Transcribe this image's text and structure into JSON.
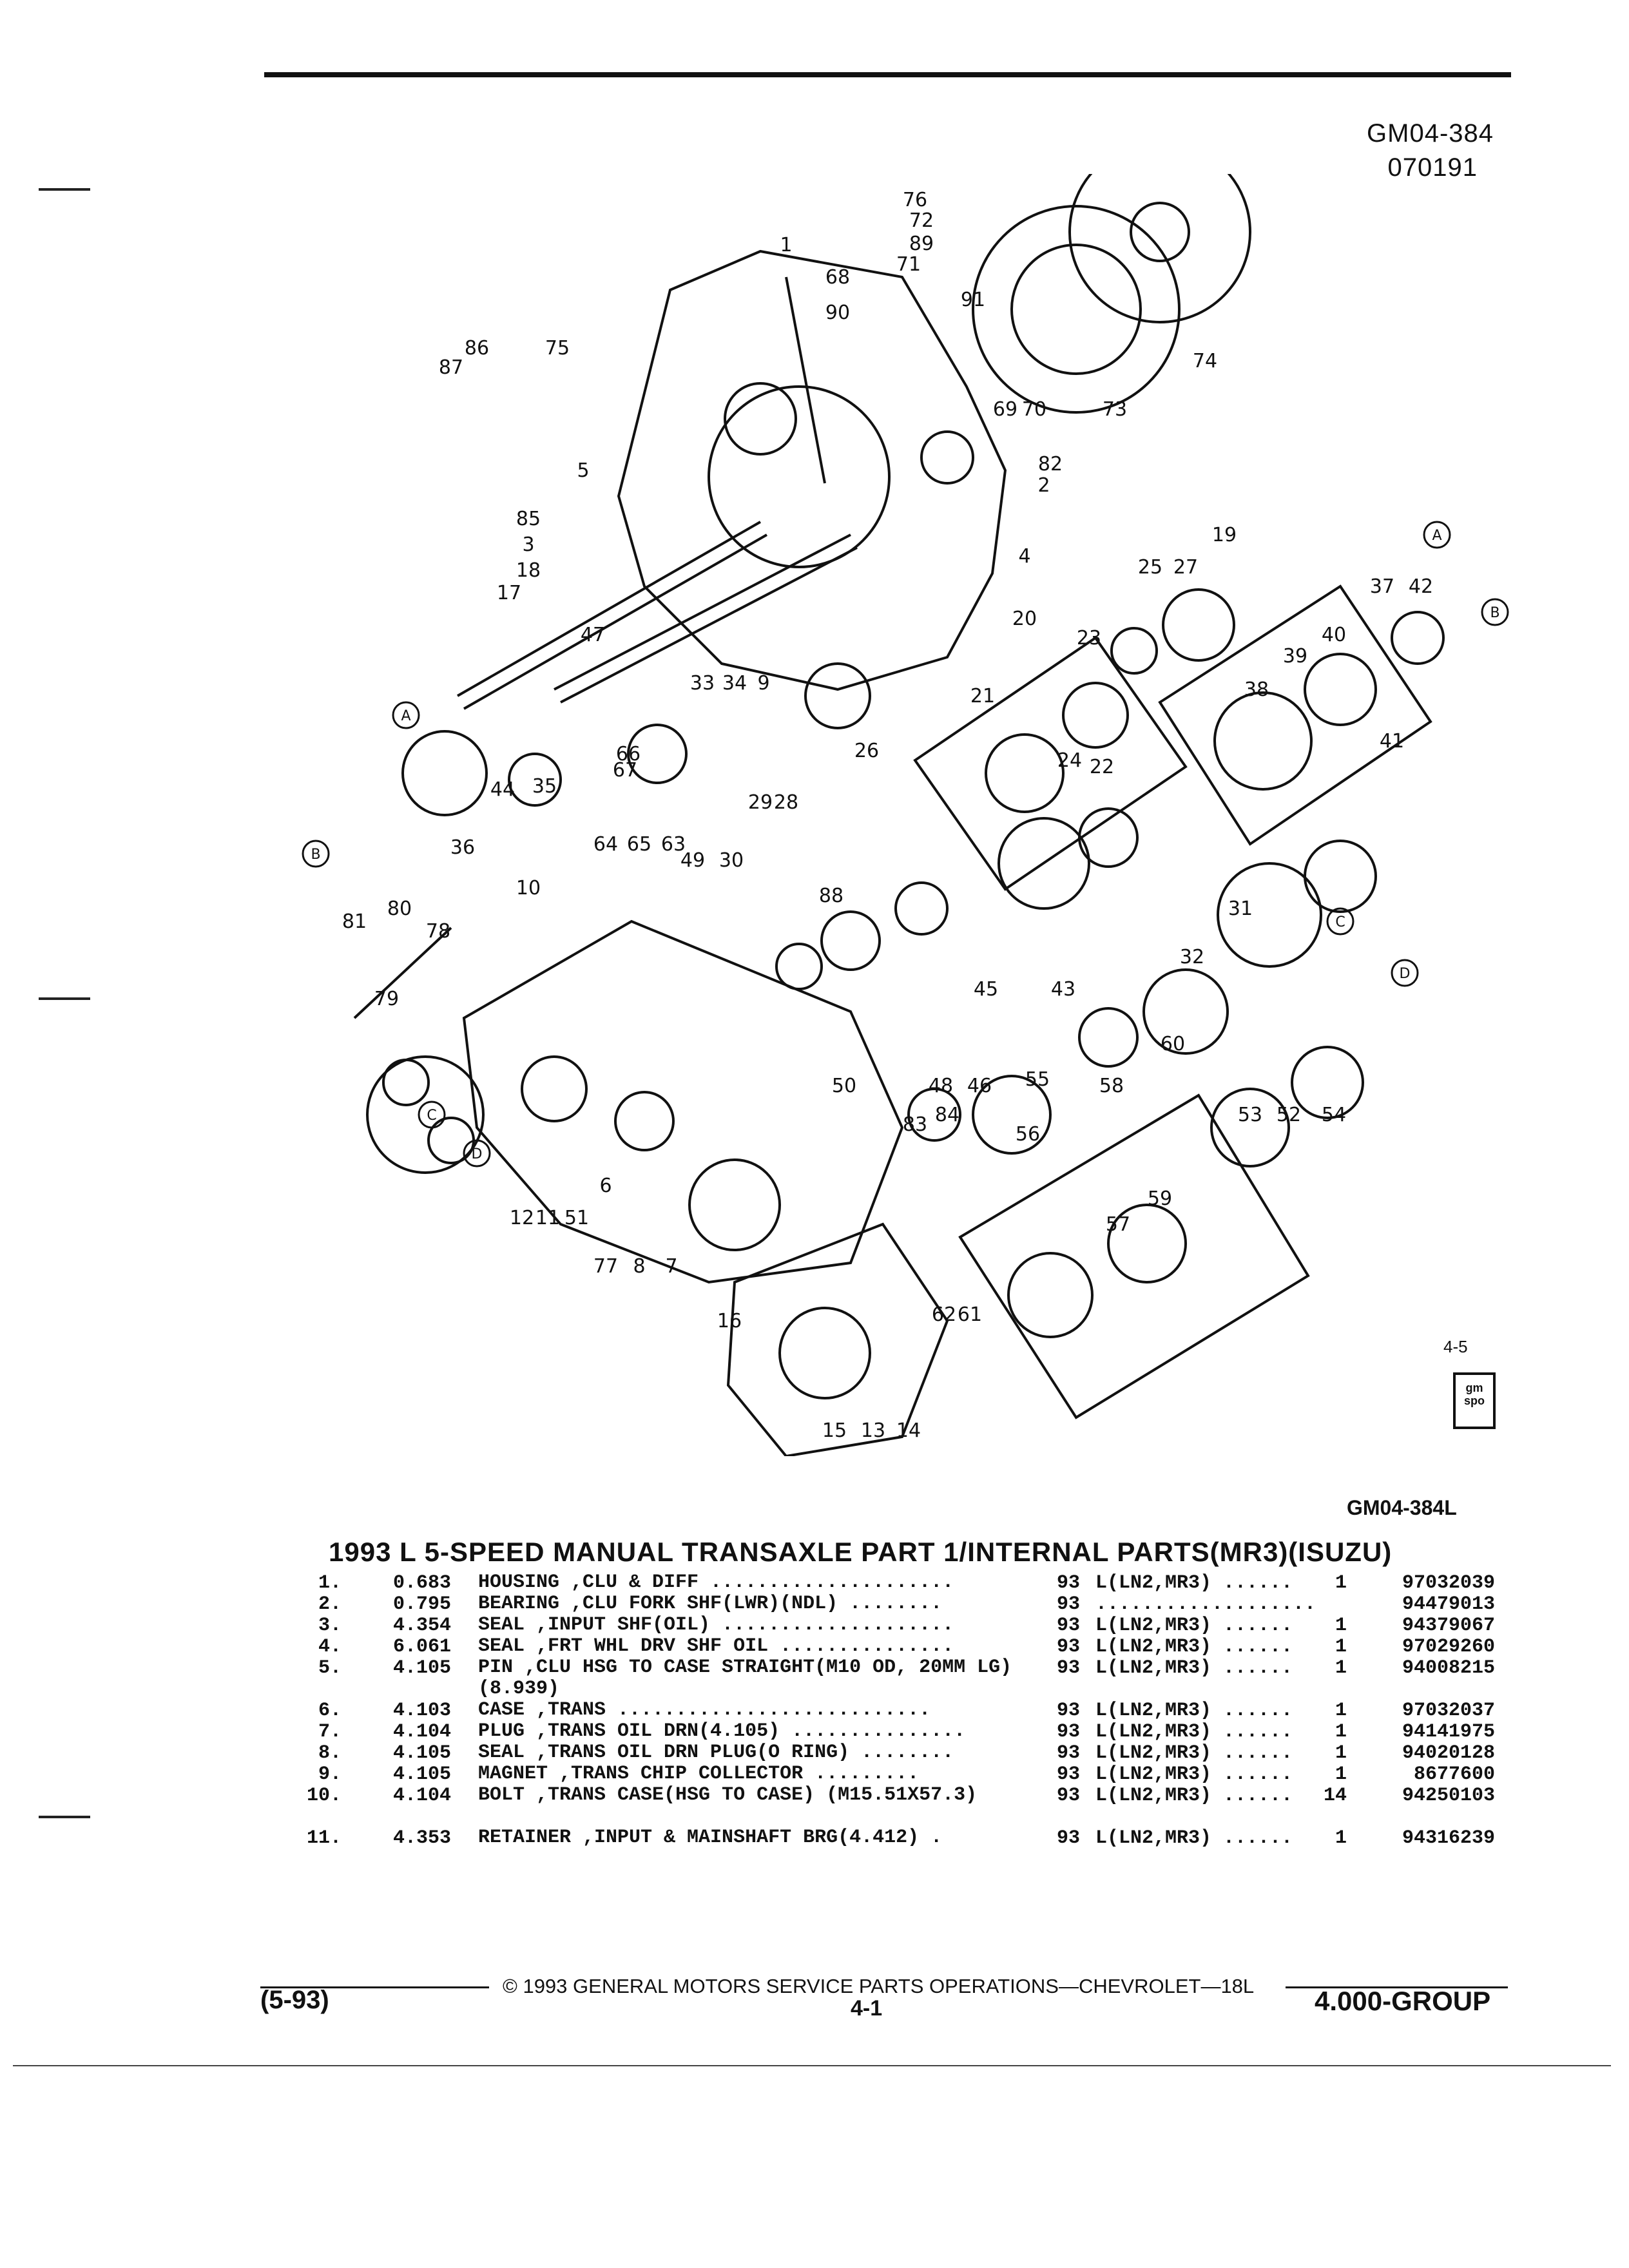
{
  "header": {
    "code": "GM04-384",
    "date": "070191"
  },
  "diagram": {
    "callouts": [
      "76",
      "72",
      "89",
      "71",
      "68",
      "90",
      "91",
      "74",
      "1",
      "86",
      "75",
      "87",
      "69",
      "70",
      "73",
      "82",
      "2",
      "85",
      "5",
      "3",
      "18",
      "4",
      "19",
      "17",
      "25",
      "27",
      "37",
      "42",
      "47",
      "33",
      "34",
      "9",
      "20",
      "23",
      "40",
      "39",
      "38",
      "41",
      "21",
      "24",
      "22",
      "44",
      "35",
      "66",
      "67",
      "26",
      "36",
      "64",
      "65",
      "63",
      "29",
      "28",
      "49",
      "30",
      "10",
      "88",
      "81",
      "80",
      "78",
      "79",
      "45",
      "43",
      "31",
      "32",
      "50",
      "48",
      "46",
      "60",
      "53",
      "52",
      "54",
      "55",
      "58",
      "56",
      "59",
      "57",
      "83",
      "84",
      "6",
      "12",
      "11",
      "51",
      "77",
      "8",
      "7",
      "62",
      "61",
      "16",
      "15",
      "13",
      "14"
    ],
    "circle_labels": [
      "A",
      "B",
      "C",
      "D"
    ],
    "figure_ref": "4-5",
    "logo_text": [
      "gm",
      "spo"
    ]
  },
  "illustration_code": "GM04-384L",
  "title": "1993 L 5-SPEED MANUAL TRANSAXLE PART 1/INTERNAL PARTS(MR3)(ISUZU)",
  "parts": [
    {
      "no": "1.",
      "grp": "0.683",
      "desc": "HOUSING ,CLU & DIFF .....................",
      "yr": "93",
      "model": "L(LN2,MR3) ......",
      "qty": "1",
      "pn": "97032039"
    },
    {
      "no": "2.",
      "grp": "0.795",
      "desc": "BEARING ,CLU FORK SHF(LWR)(NDL) ........",
      "yr": "93",
      "model": "...................",
      "qty": "",
      "pn": "94479013"
    },
    {
      "no": "3.",
      "grp": "4.354",
      "desc": "SEAL ,INPUT SHF(OIL) ....................",
      "yr": "93",
      "model": "L(LN2,MR3) ......",
      "qty": "1",
      "pn": "94379067"
    },
    {
      "no": "4.",
      "grp": "6.061",
      "desc": "SEAL ,FRT WHL DRV SHF OIL ...............",
      "yr": "93",
      "model": "L(LN2,MR3) ......",
      "qty": "1",
      "pn": "97029260"
    },
    {
      "no": "5.",
      "grp": "4.105",
      "desc": "PIN ,CLU HSG TO CASE STRAIGHT(M10 OD, 20MM LG)(8.939)",
      "yr": "93",
      "model": "L(LN2,MR3) ......",
      "qty": "1",
      "pn": "94008215"
    },
    {
      "no": "6.",
      "grp": "4.103",
      "desc": "CASE ,TRANS ...........................",
      "yr": "93",
      "model": "L(LN2,MR3) ......",
      "qty": "1",
      "pn": "97032037"
    },
    {
      "no": "7.",
      "grp": "4.104",
      "desc": "PLUG ,TRANS OIL DRN(4.105) ...............",
      "yr": "93",
      "model": "L(LN2,MR3) ......",
      "qty": "1",
      "pn": "94141975"
    },
    {
      "no": "8.",
      "grp": "4.105",
      "desc": "SEAL ,TRANS OIL DRN PLUG(O RING) ........",
      "yr": "93",
      "model": "L(LN2,MR3) ......",
      "qty": "1",
      "pn": "94020128"
    },
    {
      "no": "9.",
      "grp": "4.105",
      "desc": "MAGNET ,TRANS CHIP COLLECTOR .........",
      "yr": "93",
      "model": "L(LN2,MR3) ......",
      "qty": "1",
      "pn": "8677600"
    },
    {
      "no": "10.",
      "grp": "4.104",
      "desc": "BOLT ,TRANS CASE(HSG TO CASE) (M15.51X57.3)",
      "yr": "93",
      "model": "L(LN2,MR3) ......",
      "qty": "14",
      "pn": "94250103"
    },
    {
      "no": "11.",
      "grp": "4.353",
      "desc": "RETAINER ,INPUT & MAINSHAFT BRG(4.412) .",
      "yr": "93",
      "model": "L(LN2,MR3) ......",
      "qty": "1",
      "pn": "94316239"
    }
  ],
  "footer": {
    "copyright": "© 1993 GENERAL MOTORS SERVICE PARTS OPERATIONS—CHEVROLET—18L",
    "date_code": "(5-93)",
    "page": "4-1",
    "group": "4.000-GROUP"
  }
}
